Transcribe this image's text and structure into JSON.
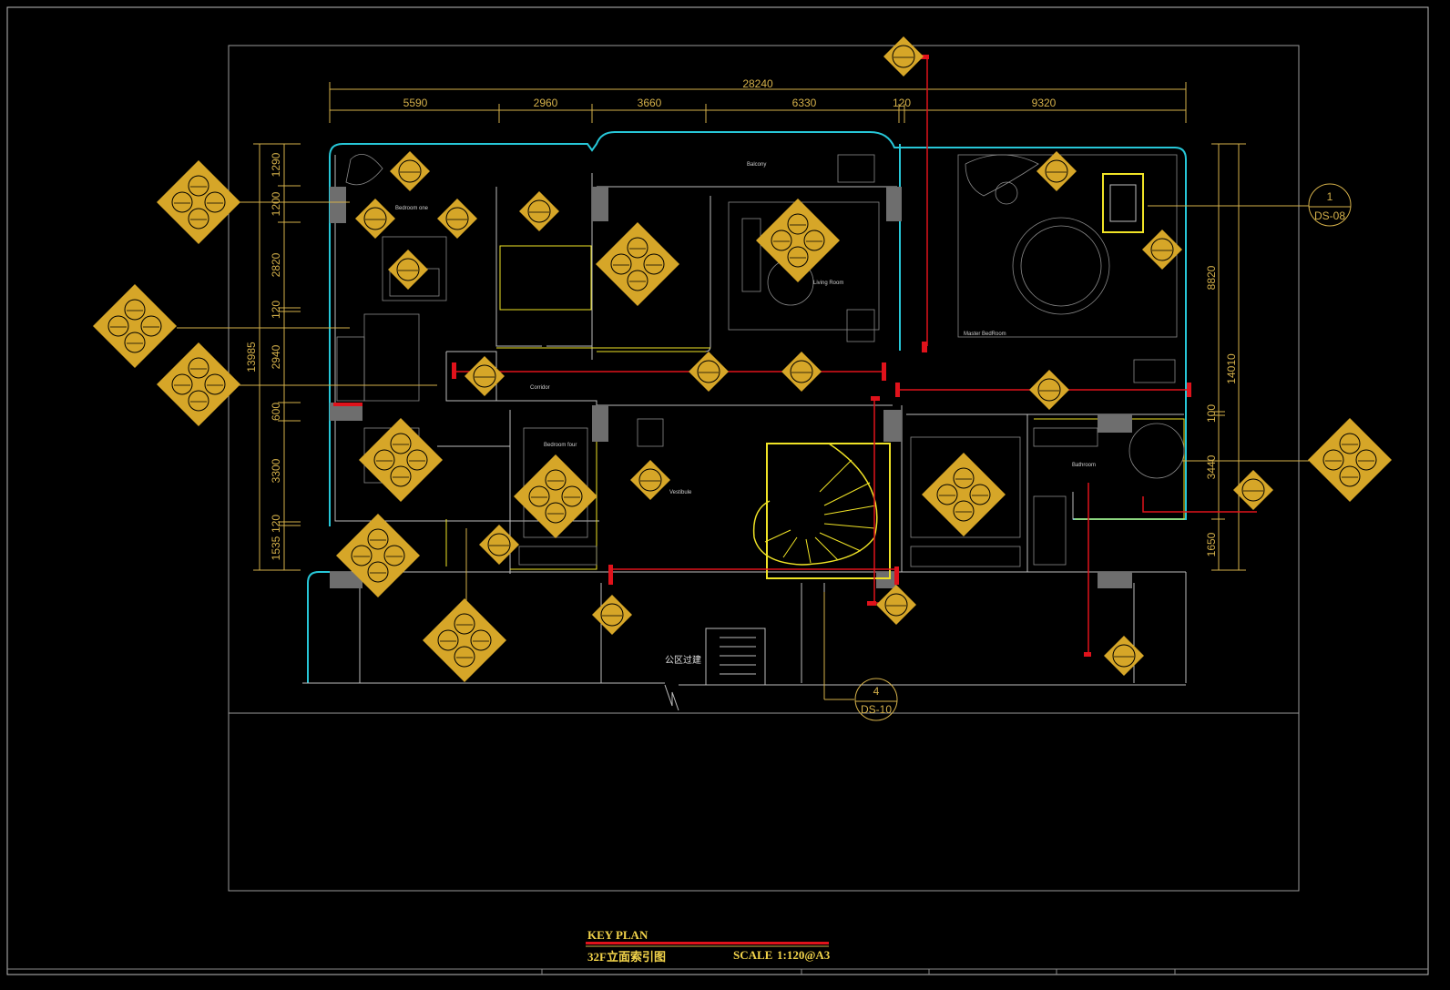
{
  "title_block": {
    "key_plan": "KEY PLAN",
    "subtitle": "32F立面索引图",
    "scale_label": "SCALE",
    "scale_value": "1:120@A3"
  },
  "dimensions": {
    "overall_width": "28240",
    "top_segments": [
      "5590",
      "2960",
      "3660",
      "6330",
      "120",
      "9320"
    ],
    "left_overall": "13985",
    "left_segments": [
      "1290",
      "1200",
      "2820",
      "120",
      "2940",
      "600",
      "3300",
      "120",
      "1535"
    ],
    "right_overall": "14010",
    "right_segments": [
      "8820",
      "100",
      "3440",
      "1650"
    ]
  },
  "section_refs": [
    {
      "num": "1",
      "sheet": "DS-08"
    },
    {
      "num": "4",
      "sheet": "DS-10"
    }
  ],
  "annotations": {
    "public_corridor": "公区过建"
  },
  "room_labels": [
    "Balcony",
    "Living Room",
    "Master BedRoom",
    "Bathroom",
    "Vestibule",
    "Corridor",
    "Bedroom one",
    "Bedroom four"
  ],
  "colors": {
    "background": "#000000",
    "wall_cyan": "#27c7d8",
    "dimension_gold": "#d4b04a",
    "callout_gold": "#d6a628",
    "highlight_yellow": "#f0e326",
    "section_red": "#e0121b"
  }
}
